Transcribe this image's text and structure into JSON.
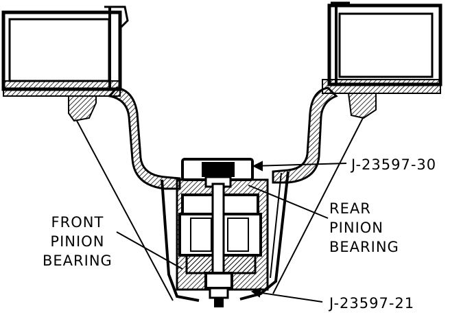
{
  "labels": {
    "tool_upper": "J-23597-30",
    "tool_lower": "J-23597-21",
    "rear_bearing": [
      "REAR",
      "PINION",
      "BEARING"
    ],
    "front_bearing": [
      "FRONT",
      "PINION",
      "BEARING"
    ]
  },
  "colors": {
    "ink": "#000000",
    "paper": "#ffffff",
    "hatch": "#555555"
  }
}
